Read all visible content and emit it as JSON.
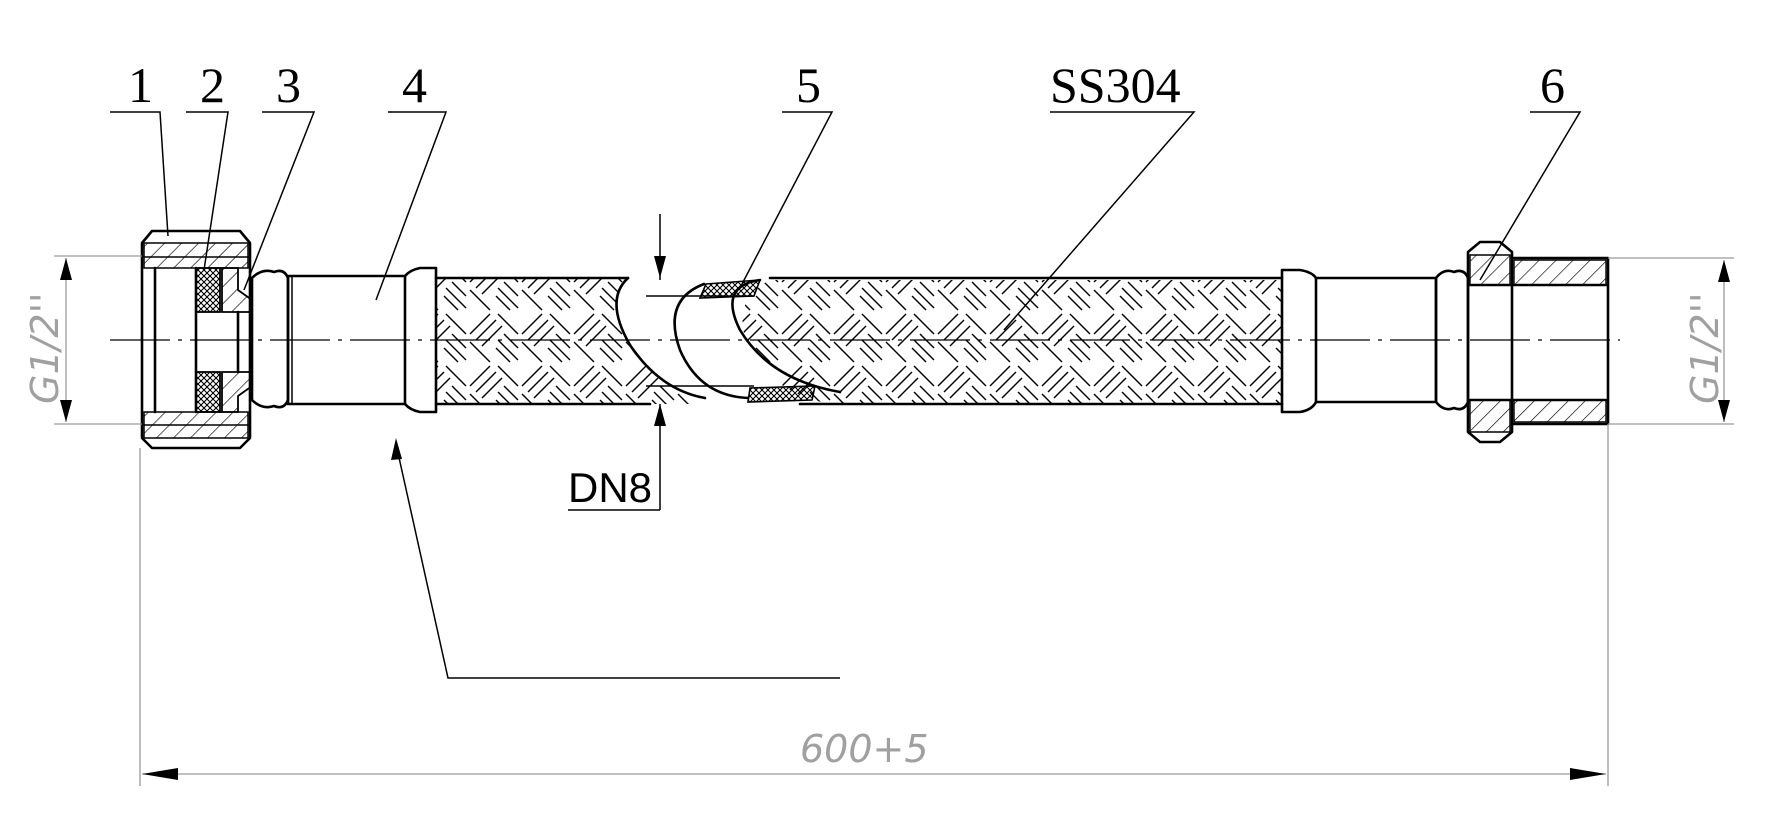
{
  "diagram": {
    "balloons": [
      "1",
      "2",
      "3",
      "4",
      "5",
      "6"
    ],
    "material_label": "SS304",
    "nominal_diameter": "DN8",
    "thread_left": "G1/2''",
    "thread_right": "G1/2''",
    "overall_length": "600+5"
  },
  "colors": {
    "line": "#000000",
    "dimension": "#9a9a9a"
  }
}
